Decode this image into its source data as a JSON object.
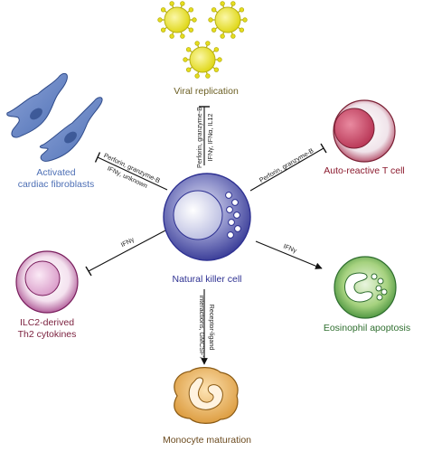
{
  "nodes": {
    "center": {
      "label": "Natural killer cell",
      "color": "#2e3192"
    },
    "viral": {
      "label": "Viral replication",
      "color": "#6b5e22"
    },
    "fibroblasts": {
      "label_line1": "Activated",
      "label_line2": "cardiac fibroblasts",
      "color": "#4d6fb5"
    },
    "tcell": {
      "label": "Auto-reactive T cell",
      "color": "#8b1a2e"
    },
    "ilc2": {
      "label_line1": "ILC2-derived",
      "label_line2": "Th2 cytokines",
      "color": "#7a1f3d"
    },
    "eosinophil": {
      "label": "Eosinophil apoptosis",
      "color": "#2e6e2e"
    },
    "monocyte": {
      "label": "Monocyte maturation",
      "color": "#6b4a1e"
    }
  },
  "edges": {
    "to_viral": {
      "line1": "Perforin, granzyme-B",
      "line2": "IFNγ, IFNα, IL12",
      "type": "inhibit"
    },
    "to_fibroblasts": {
      "line1": "Perforin, granzyme-B",
      "line2": "IFNγ, unknown",
      "type": "inhibit"
    },
    "to_tcell": {
      "line1": "Perforin, granzyme-B",
      "type": "inhibit"
    },
    "to_ilc2": {
      "line1": "IFNγ",
      "type": "inhibit"
    },
    "to_eosinophil": {
      "line1": "IFNγ",
      "type": "activate"
    },
    "to_monocyte": {
      "line1": "Receptor-ligand",
      "line2": "interactions, GMCSF?",
      "type": "activate"
    }
  }
}
